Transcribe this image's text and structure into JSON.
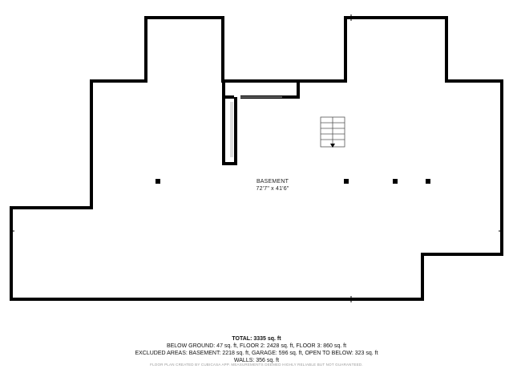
{
  "room": {
    "name": "BASEMENT",
    "dimensions": "72'7\" x 41'6\""
  },
  "summary": {
    "total": "TOTAL: 3335 sq. ft",
    "line1": "BELOW GROUND: 47 sq. ft, FLOOR 2: 2428 sq. ft, FLOOR 3: 860 sq. ft",
    "line2": "EXCLUDED AREAS: BASEMENT: 2218 sq. ft, GARAGE: 596 sq. ft, OPEN TO BELOW: 323 sq. ft",
    "line3": "WALLS: 356 sq. ft"
  },
  "disclaimer": "FLOOR PLAN CREATED BY CUBICASA APP. MEASUREMENTS DEEMED HIGHLY RELIABLE BUT NOT GUARANTEED."
}
